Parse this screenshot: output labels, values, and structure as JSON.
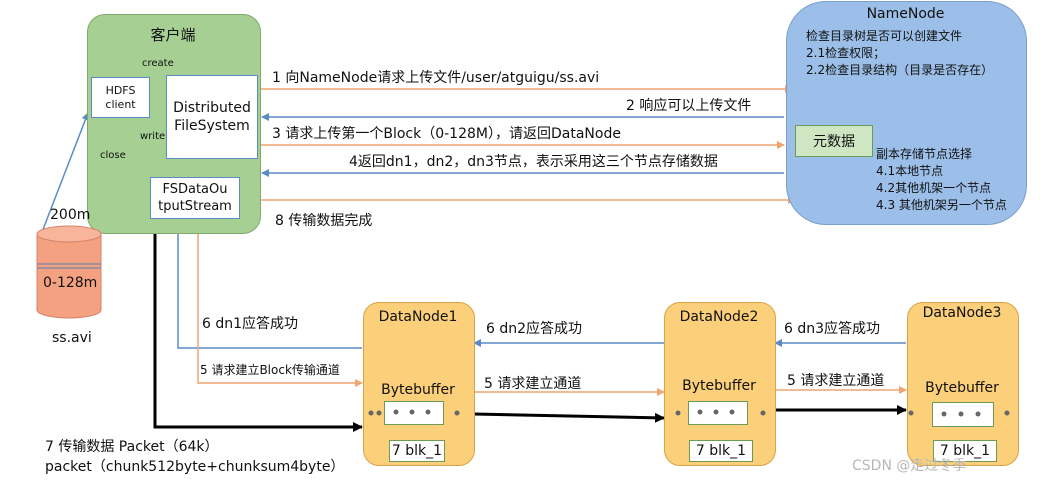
{
  "client": {
    "title": "客户端",
    "hdfs_client": "HDFS client",
    "dfs": "Distributed FileSystem",
    "fsdata": "FSDataOu tputStream",
    "create": "create",
    "write": "write",
    "close": "close"
  },
  "file": {
    "size": "200m",
    "range": "0-128m",
    "name": "ss.avi"
  },
  "namenode": {
    "title": "NameNode",
    "check_lines": [
      "检查目录树是否可以创建文件",
      "2.1检查权限；",
      "2.2检查目录结构（目录是否存在）"
    ],
    "metadata": "元数据",
    "replica_lines": [
      "副本存储节点选择",
      "4.1本地节点",
      "4.2其他机架一个节点",
      "4.3 其他机架另一个节点"
    ]
  },
  "messages": {
    "m1": "1 向NameNode请求上传文件/user/atguigu/ss.avi",
    "m2": "2 响应可以上传文件",
    "m3": "3 请求上传第一个Block（0-128M），请返回DataNode",
    "m4": "4返回dn1，dn2，dn3节点，表示采用这三个节点存储数据",
    "m8": "8 传输数据完成",
    "ack1": "6 dn1应答成功",
    "req1": "5 请求建立Block传输通道",
    "ack2": "6 dn2应答成功",
    "req2": "5 请求建立通道",
    "ack3": "6 dn3应答成功",
    "req3": "5 请求建立通道"
  },
  "datanodes": [
    {
      "title": "DataNode1",
      "buffer": "Bytebuffer",
      "blk": "7 blk_1"
    },
    {
      "title": "DataNode2",
      "buffer": "Bytebuffer",
      "blk": "7 blk_1"
    },
    {
      "title": "DataNode3",
      "buffer": "Bytebuffer",
      "blk": "7 blk_1"
    }
  ],
  "bottom": {
    "line1": "7 传输数据  Packet（64k）",
    "line2": "packet（chunk512byte+chunksum4byte）"
  },
  "watermark": "CSDN @走过冬季",
  "colors": {
    "client_bg": "#a6cf93",
    "namenode_bg": "#9bbfe8",
    "datanode_bg": "#fcd07a",
    "arrow_orange": "#f0a470",
    "arrow_blue": "#5b8ac6",
    "arrow_black": "#000000"
  }
}
